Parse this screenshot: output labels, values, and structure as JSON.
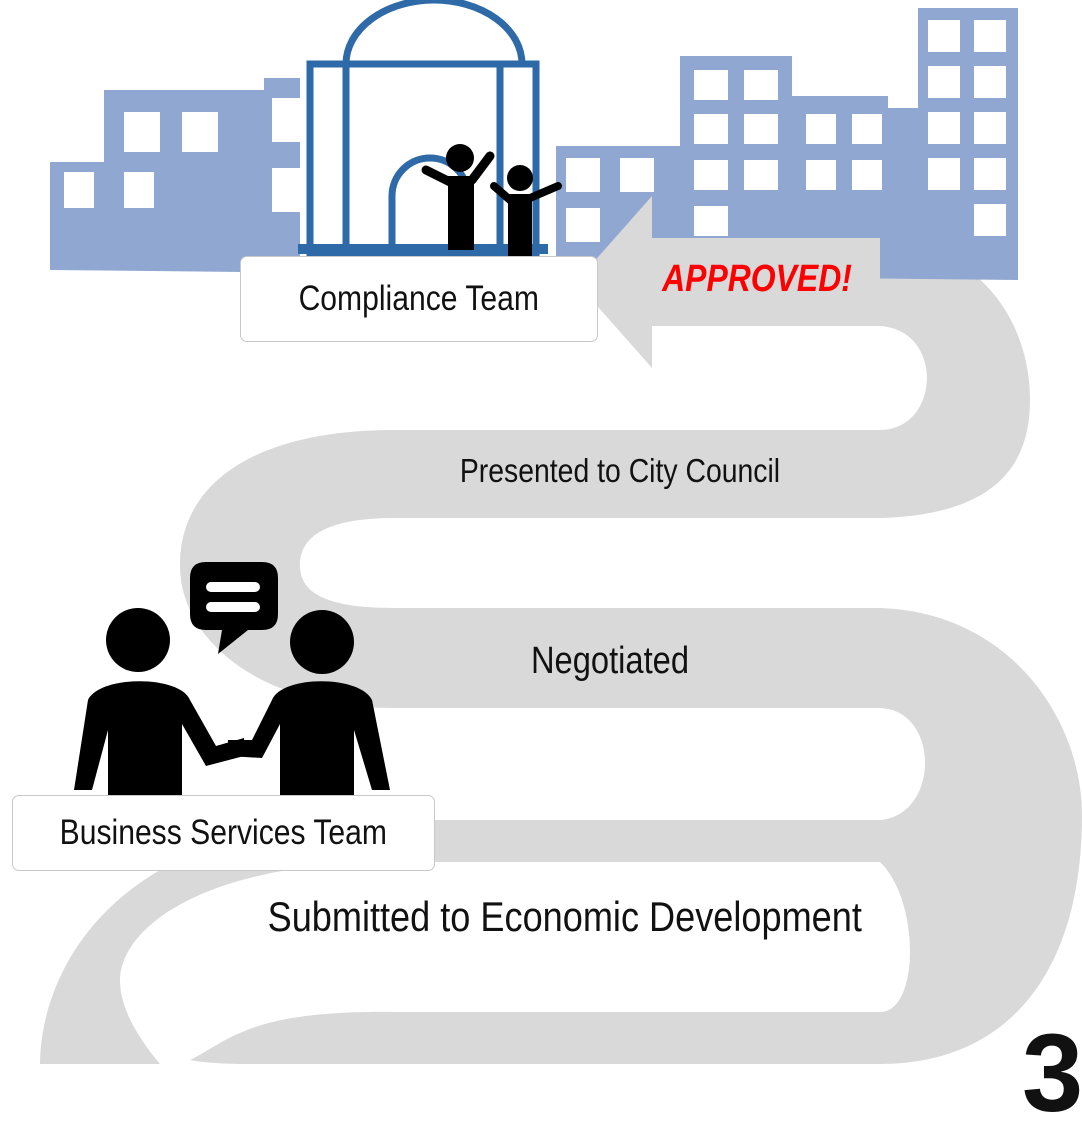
{
  "colors": {
    "road": "#d9d9d9",
    "buildings": "#8fa7d1",
    "city_hall": "#2e6aa8",
    "approved": "#ff0000",
    "people": "#000000"
  },
  "steps": {
    "approved": "APPROVED!",
    "council": "Presented to City Council",
    "negotiated": "Negotiated",
    "submitted": "Submitted to Economic Development"
  },
  "teams": {
    "compliance": "Compliance Team",
    "business": "Business Services Team"
  },
  "page_number": "3",
  "icons": [
    "city-skyline-icon",
    "city-hall-icon",
    "cheering-people-icon",
    "arrow-left-icon",
    "handshake-icon",
    "speech-bubble-icon"
  ]
}
